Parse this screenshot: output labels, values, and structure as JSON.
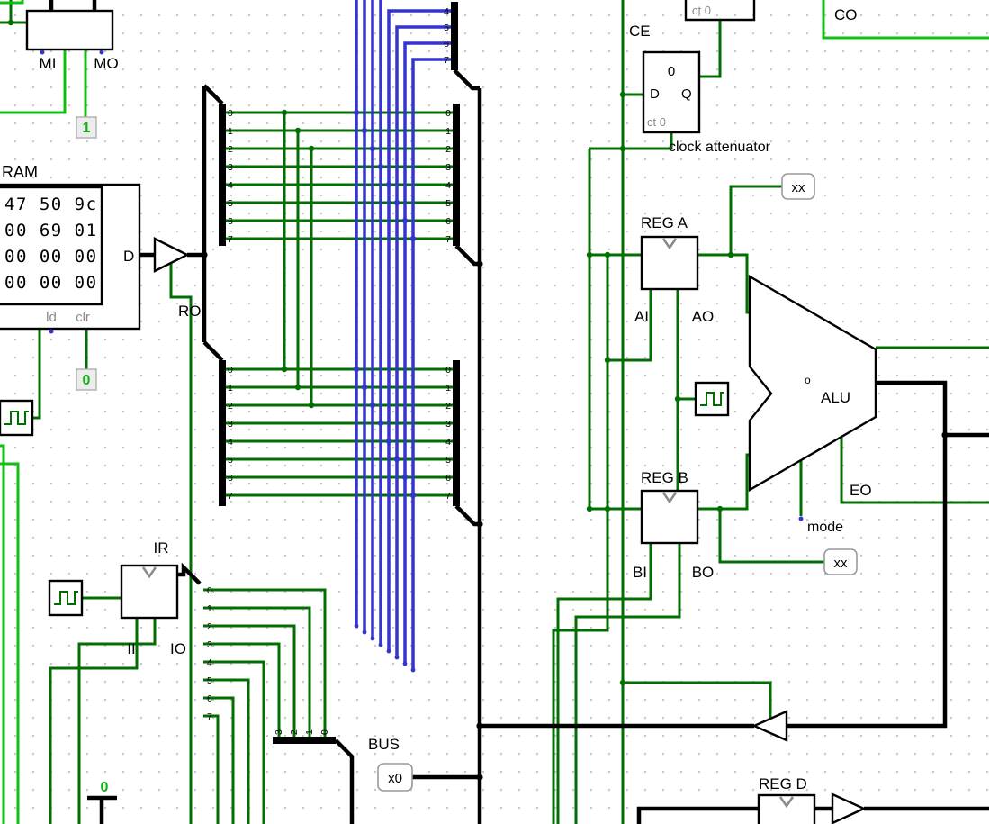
{
  "app": {
    "name": "digital-circuit-simulator-schematic"
  },
  "colors": {
    "wire_low": "#006e00",
    "wire_high": "#10c010",
    "wire_bus_hiz": "#3434cf",
    "wire_bus": "#000000",
    "pin_label_gray": "#8a8a8a",
    "value_green": "#10b410"
  },
  "labels": {
    "mi": "MI",
    "mo": "MO",
    "ram": "RAM",
    "d": "D",
    "ld": "ld",
    "clr": "clr",
    "ro": "RO",
    "ir": "IR",
    "ii": "II",
    "io": "IO",
    "bus": "BUS",
    "ce": "CE",
    "co": "CO",
    "ct0_top": "ct 0",
    "ct0_ff": "ct 0",
    "ff_d": "D",
    "ff_q": "Q",
    "clock_attenuator": "clock attenuator",
    "reg_a": "REG A",
    "ai": "AI",
    "ao": "AO",
    "reg_b": "REG B",
    "bi": "BI",
    "bo": "BO",
    "reg_d": "REG D",
    "alu": "ALU",
    "alu_o": "o",
    "eo": "EO",
    "mode": "mode"
  },
  "values": {
    "mar_input": "1",
    "ram_clr_input": "0",
    "ff_state": "0",
    "const_zero": "0",
    "probe_rega": "xx",
    "probe_regb": "xx",
    "probe_bus": "x0"
  },
  "ram_contents": {
    "rows": [
      "47 50 9c",
      "00 69 01",
      "00 00 00",
      "00 00 00"
    ]
  },
  "splitter_pins": {
    "bits": [
      "0",
      "1",
      "2",
      "3",
      "4",
      "5",
      "6",
      "7"
    ],
    "top": [
      "4",
      "5",
      "6",
      "7"
    ],
    "ir_low": [
      "3",
      "2",
      "1",
      "0"
    ]
  }
}
